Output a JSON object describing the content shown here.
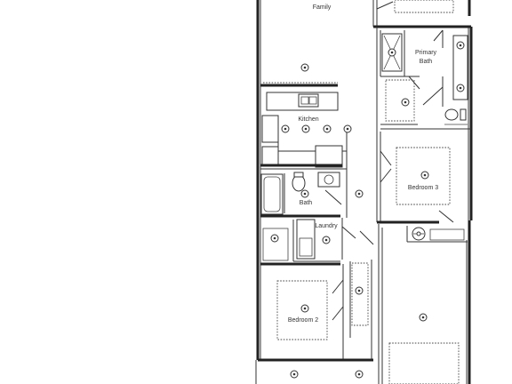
{
  "floorplan": {
    "rooms": {
      "family": "Family",
      "primary_bath_line1": "Primary",
      "primary_bath_line2": "Bath",
      "kitchen": "Kitchen",
      "bedroom_3": "Bedroom 3",
      "bath": "Bath",
      "laundry": "Laundry",
      "bedroom_2": "Bedroom 2"
    },
    "icons": {
      "ceiling_light": "ceiling-light-icon",
      "door_swing": "door-swing-icon",
      "toilet": "toilet-icon",
      "sink": "sink-icon",
      "bathtub": "bathtub-icon",
      "range": "range-stove-icon",
      "shower": "shower-icon",
      "water_heater": "water-heater-icon"
    }
  }
}
